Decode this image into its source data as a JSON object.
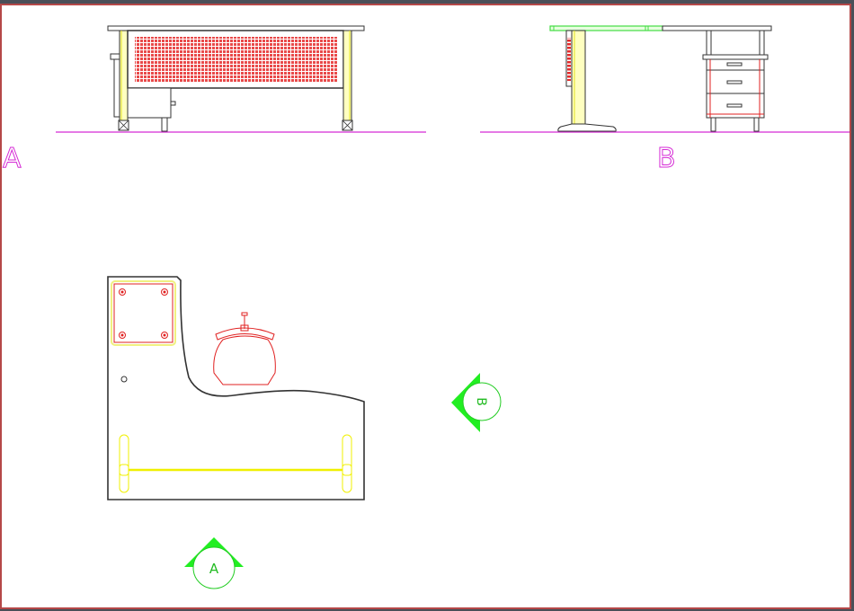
{
  "drawing": {
    "type": "CAD furniture drawing - office desk",
    "colors": {
      "background": "#ffffff",
      "frame_border": "#b54848",
      "outer_bg": "#4a4f58",
      "outline": "#222222",
      "ground_line": "#d52ad5",
      "leg_fill": "#ffffc0",
      "leg_line": "#e0e020",
      "panel_pattern": "#e02020",
      "section_marker": "#00dd00",
      "chair": "#e02020",
      "plan_yellow": "#f0f000"
    },
    "views": [
      {
        "id": "elevation-a",
        "label": "A",
        "description": "Front elevation"
      },
      {
        "id": "elevation-b",
        "label": "B",
        "description": "Side elevation"
      },
      {
        "id": "plan",
        "label": "",
        "description": "Top plan view with chair"
      }
    ],
    "markers": [
      {
        "id": "section-marker-a",
        "letter": "A",
        "direction": "up"
      },
      {
        "id": "section-marker-b",
        "letter": "B",
        "direction": "left"
      }
    ],
    "pedestal_drawers": 3
  }
}
